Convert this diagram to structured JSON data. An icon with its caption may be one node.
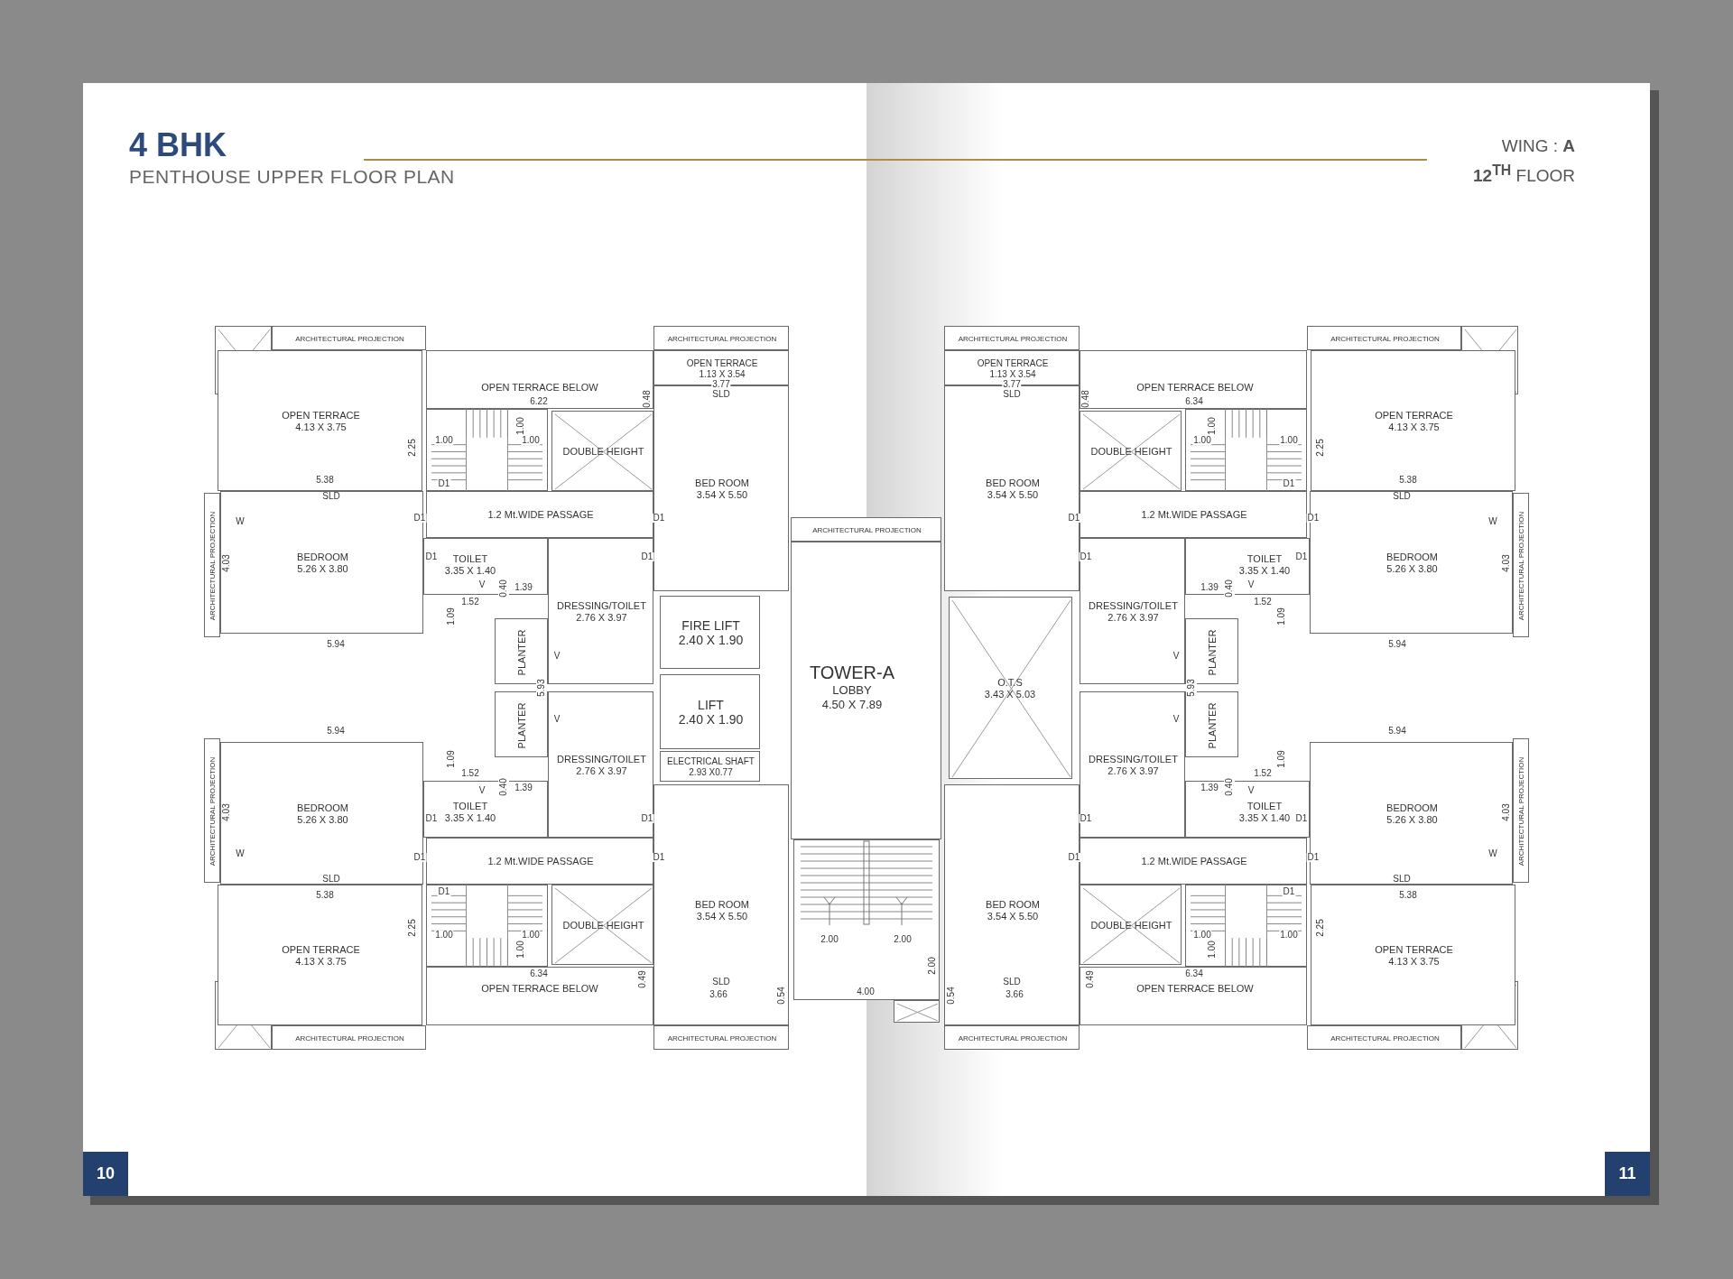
{
  "diagram": {
    "title": "4 BHK",
    "nodes": [
      {
        "text": [
          "ARCHITECTURAL PROJECTION"
        ]
      },
      {
        "text": [
          "ARCHITECTURAL PROJECTION"
        ]
      },
      {
        "text": [
          "OPEN TERRACE",
          "4.13 X 3.75"
        ]
      },
      {
        "text": [
          "OPEN TERRACE BELOW"
        ]
      },
      {
        "text": [
          "OPEN TERRACE",
          "1.13 X 3.54"
        ]
      },
      {
        "text": [
          "DOUBLE HEIGHT"
        ]
      },
      {
        "text": [
          "BED ROOM",
          "3.54 X 5.50"
        ]
      },
      {
        "text": [
          "ARCHITECTURAL PROJECTION"
        ]
      },
      {
        "text": [
          "BEDROOM",
          "5.26 X 3.80"
        ]
      },
      {
        "text": [
          "1.2 Mt.WIDE PASSAGE"
        ]
      },
      {
        "text": [
          "TOILET",
          "3.35 X 1.40"
        ]
      },
      {
        "text": [
          "DRESSING/TOILET",
          "2.76 X 3.97"
        ]
      },
      {
        "text": [
          "PLANTER"
        ]
      },
      {
        "text": [
          "ARCHITECTURAL PROJECTION"
        ]
      },
      {
        "text": [
          "ARCHITECTURAL PROJECTION"
        ]
      },
      {
        "text": [
          "ARCHITECTURAL PROJECTION"
        ]
      },
      {
        "text": [
          "OPEN TERRACE",
          "4.13 X 3.75"
        ]
      },
      {
        "text": [
          "OPEN TERRACE BELOW"
        ]
      },
      {
        "text": [
          "OPEN TERRACE",
          "1.13 X 3.54"
        ]
      },
      {
        "text": [
          "DOUBLE HEIGHT"
        ]
      },
      {
        "text": [
          "BED ROOM",
          "3.54 X 5.50"
        ]
      },
      {
        "text": [
          "ARCHITECTURAL PROJECTION"
        ]
      },
      {
        "text": [
          "BEDROOM",
          "5.26 X 3.80"
        ]
      },
      {
        "text": [
          "1.2 Mt.WIDE PASSAGE"
        ]
      },
      {
        "text": [
          "TOILET",
          "3.35 X 1.40"
        ]
      },
      {
        "text": [
          "DRESSING/TOILET",
          "2.76 X 3.97"
        ]
      },
      {
        "text": [
          "PLANTER"
        ]
      },
      {
        "text": [
          "FIRE LIFT",
          "2.40 X 1.90"
        ]
      },
      {
        "text": [
          "TOWER-A",
          "LOBBY",
          "4.50 X 7.89"
        ]
      },
      {
        "text": [
          "O.T.S",
          "3.43 X 5.03"
        ]
      },
      {
        "text": [
          "LIFT",
          "2.40 X 1.90"
        ]
      },
      {
        "text": [
          "ELECTRICAL SHAFT",
          "2.93 X0.77"
        ]
      },
      {
        "text": [
          "PLANTER"
        ]
      },
      {
        "text": [
          "DRESSING/TOILET",
          "2.76 X 3.97"
        ]
      },
      {
        "text": [
          "TOILET",
          "3.35 X 1.40"
        ]
      },
      {
        "text": [
          "BEDROOM",
          "5.26 X 3.80"
        ]
      },
      {
        "text": [
          "ARCHITECTURAL PROJECTION"
        ]
      },
      {
        "text": [
          "1.2 Mt.WIDE PASSAGE"
        ]
      },
      {
        "text": [
          "OPEN TERRACE",
          "4.13 X 3.75"
        ]
      },
      {
        "text": [
          "DOUBLE HEIGHT"
        ]
      },
      {
        "text": [
          "BED ROOM",
          "3.54 X 5.50"
        ]
      },
      {
        "text": [
          "OPEN TERRACE BELOW"
        ]
      },
      {
        "text": [
          "ARCHITECTURAL PROJECTION"
        ]
      },
      {
        "text": [
          "ARCHITECTURAL PROJECTION"
        ]
      },
      {
        "text": [
          "PLANTER"
        ]
      },
      {
        "text": [
          "DRESSING/TOILET",
          "2.76 X 3.97"
        ]
      },
      {
        "text": [
          "TOILET",
          "3.35 X 1.40"
        ]
      },
      {
        "text": [
          "BEDROOM",
          "5.26 X 3.80"
        ]
      },
      {
        "text": [
          "ARCHITECTURAL PROJECTION"
        ]
      },
      {
        "text": [
          "1.2 Mt.WIDE PASSAGE"
        ]
      },
      {
        "text": [
          "OPEN TERRACE",
          "4.13 X 3.75"
        ]
      },
      {
        "text": [
          "DOUBLE HEIGHT"
        ]
      },
      {
        "text": [
          "BED ROOM",
          "3.54 X 5.50"
        ]
      },
      {
        "text": [
          "OPEN TERRACE BELOW"
        ]
      },
      {
        "text": [
          "ARCHITECTURAL PROJECTION"
        ]
      },
      {
        "text": [
          "ARCHITECTURAL PROJECTION"
        ]
      }
    ],
    "labels": [
      "PENTHOUSE UPPER FLOOR PLAN",
      "WING : **A**",
      "**12$^{TH}$** FLOOR",
      "6.22",
      "0.48",
      "3.77",
      "SLD",
      "2.25",
      "1.00",
      "1.00",
      "1.00",
      "5.38",
      "D1",
      "SLD",
      "W",
      "D1",
      "D1",
      "4.03",
      "D1",
      "D1",
      "V",
      "0.40",
      "1.39",
      "1.52",
      "1.09",
      "5.94",
      "V",
      "5.93",
      "6.34",
      "0.48",
      "3.77",
      "SLD",
      "2.25",
      "1.00",
      "1.00",
      "1.00",
      "5.38",
      "D1",
      "SLD",
      "W",
      "D1",
      "D1",
      "4.03",
      "D1",
      "D1",
      "V",
      "0.40",
      "1.39",
      "1.52",
      "1.09",
      "5.94",
      "V",
      "5.93",
      "V",
      "5.94",
      "1.09",
      "1.52",
      "V",
      "0.40",
      "1.39",
      "D1",
      "D1",
      "W",
      "4.03",
      "D1",
      "D1",
      "SLD",
      "5.38",
      "D1",
      "2.25",
      "1.00",
      "1.00",
      "1.00",
      "6.34",
      "0.49",
      "SLD",
      "3.66",
      "0.54",
      "V",
      "5.94",
      "1.09",
      "1.52",
      "V",
      "0.40",
      "1.39",
      "D1",
      "D1",
      "W",
      "4.03",
      "D1",
      "D1",
      "SLD",
      "5.38",
      "D1",
      "2.25",
      "1.00",
      "1.00",
      "1.00",
      "6.34",
      "0.49",
      "SLD",
      "3.66",
      "0.54",
      "2.00",
      "2.00",
      "2.00",
      "4.00",
      "10",
      "11"
    ]
  }
}
